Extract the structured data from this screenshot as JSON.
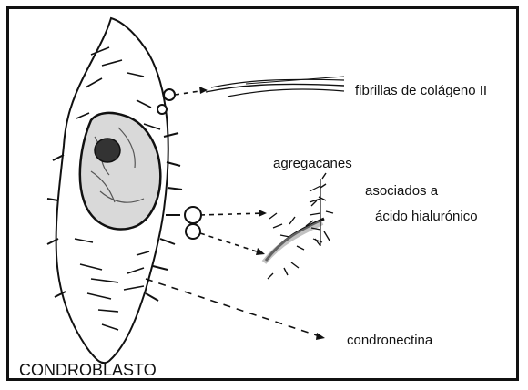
{
  "labels": {
    "fibrillas": "fibrillas de colágeno II",
    "agregacanes": "agregacanes",
    "asociados": "asociados a",
    "acido": "ácido hialurónico",
    "condronectina": "condronectina",
    "cell": "CONDROBLASTO"
  },
  "colors": {
    "ink": "#111111",
    "background": "#ffffff",
    "shade": "#9a9a9a"
  }
}
